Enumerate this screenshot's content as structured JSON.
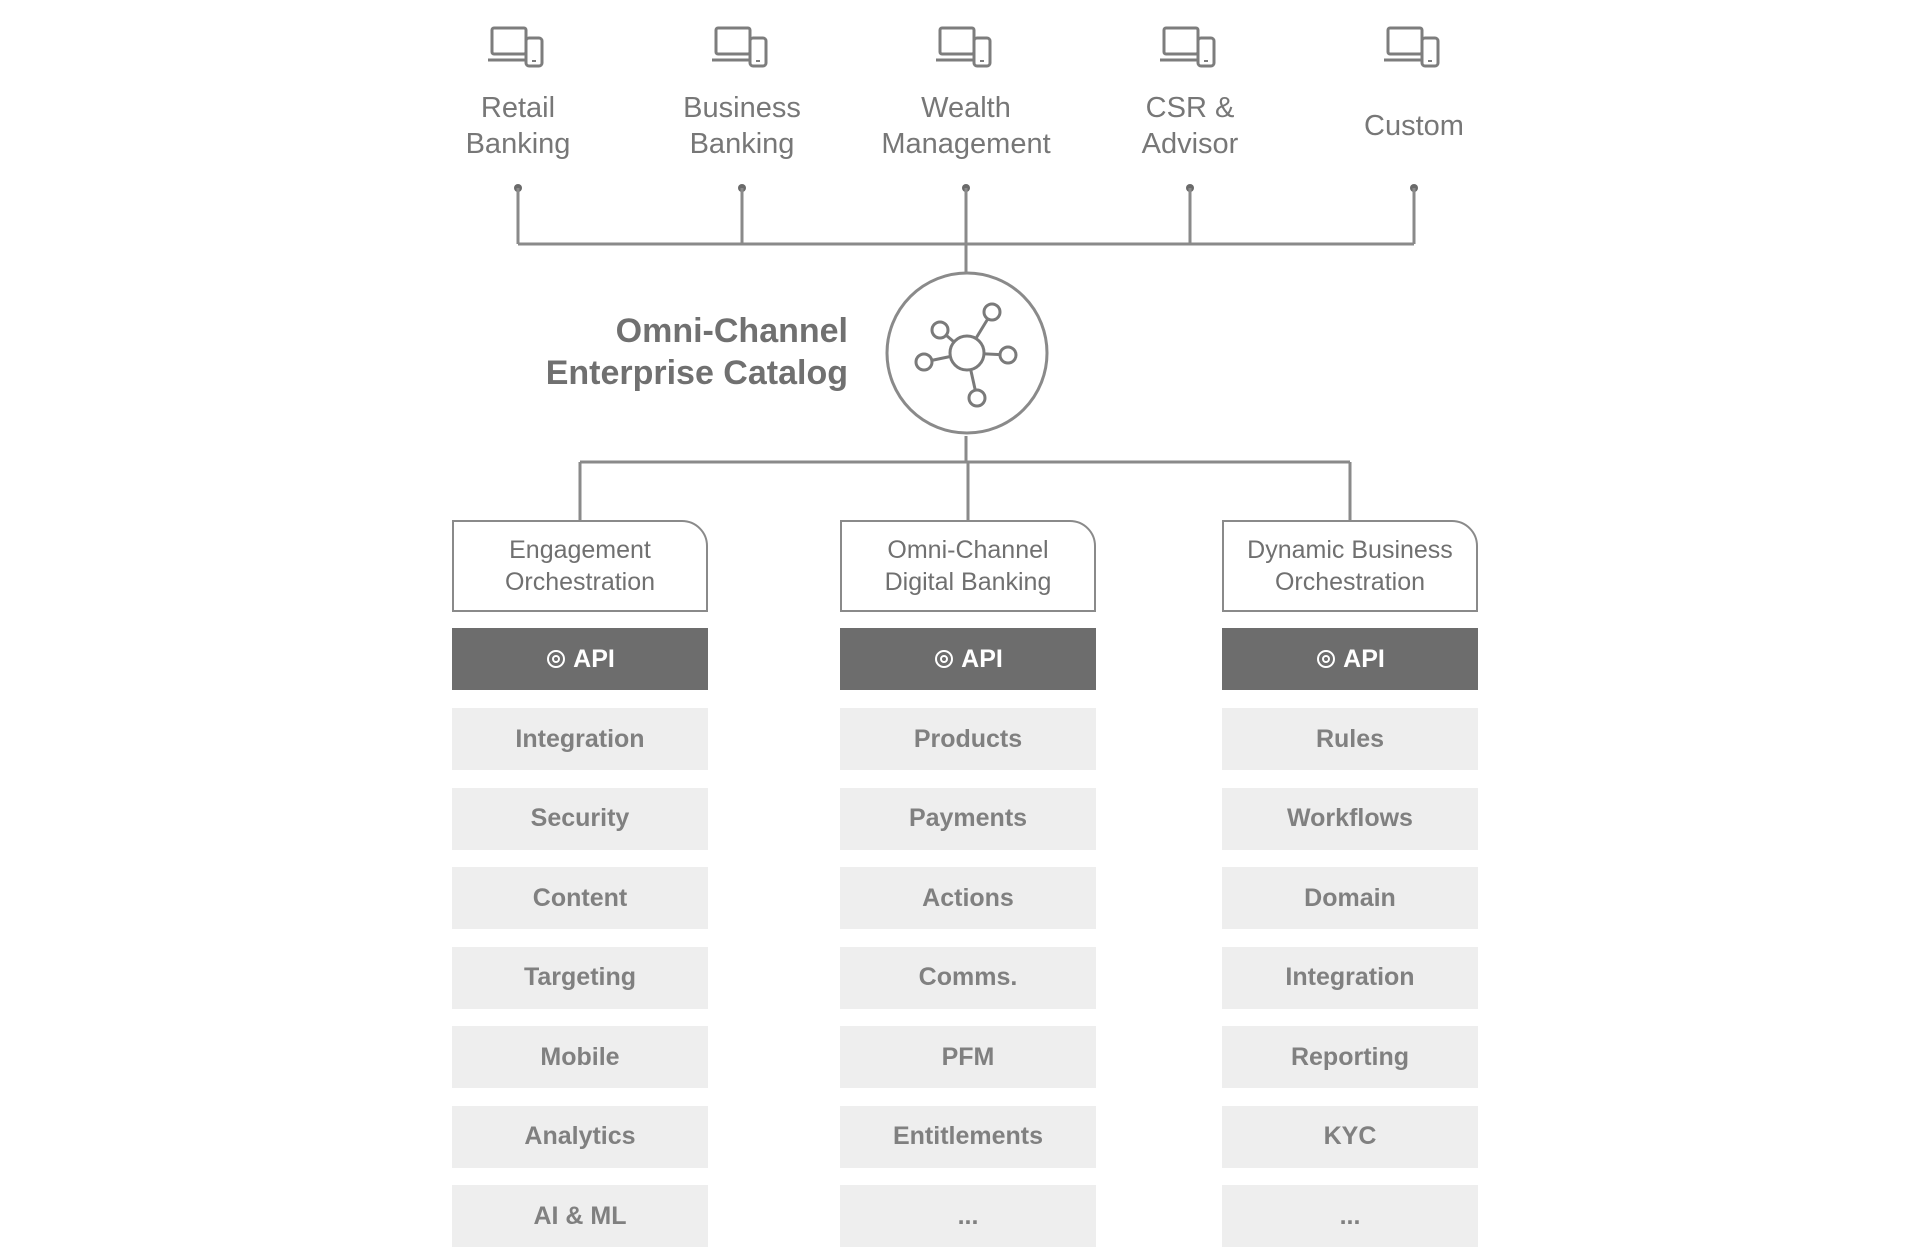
{
  "channels": [
    {
      "label": "Retail\nBanking",
      "icon": "devices-icon"
    },
    {
      "label": "Business\nBanking",
      "icon": "devices-icon"
    },
    {
      "label": "Wealth\nManagement",
      "icon": "devices-icon"
    },
    {
      "label": "CSR &\nAdvisor",
      "icon": "devices-icon"
    },
    {
      "label": "Custom",
      "icon": "devices-icon"
    }
  ],
  "catalog": {
    "title_line1": "Omni-Channel",
    "title_line2": "Enterprise Catalog",
    "icon": "network-hub-icon"
  },
  "columns": [
    {
      "header": "Engagement\nOrchestration",
      "api_label": "API",
      "items": [
        "Integration",
        "Security",
        "Content",
        "Targeting",
        "Mobile",
        "Analytics",
        "AI & ML"
      ]
    },
    {
      "header": "Omni-Channel\nDigital Banking",
      "api_label": "API",
      "items": [
        "Products",
        "Payments",
        "Actions",
        "Comms.",
        "PFM",
        "Entitlements",
        "..."
      ]
    },
    {
      "header": "Dynamic Business\nOrchestration",
      "api_label": "API",
      "items": [
        "Rules",
        "Workflows",
        "Domain",
        "Integration",
        "Reporting",
        "KYC",
        "..."
      ]
    }
  ],
  "colors": {
    "line": "#8a8a8a",
    "api_bar": "#6d6d6d",
    "cell": "#eeeeee",
    "text": "#707070"
  }
}
